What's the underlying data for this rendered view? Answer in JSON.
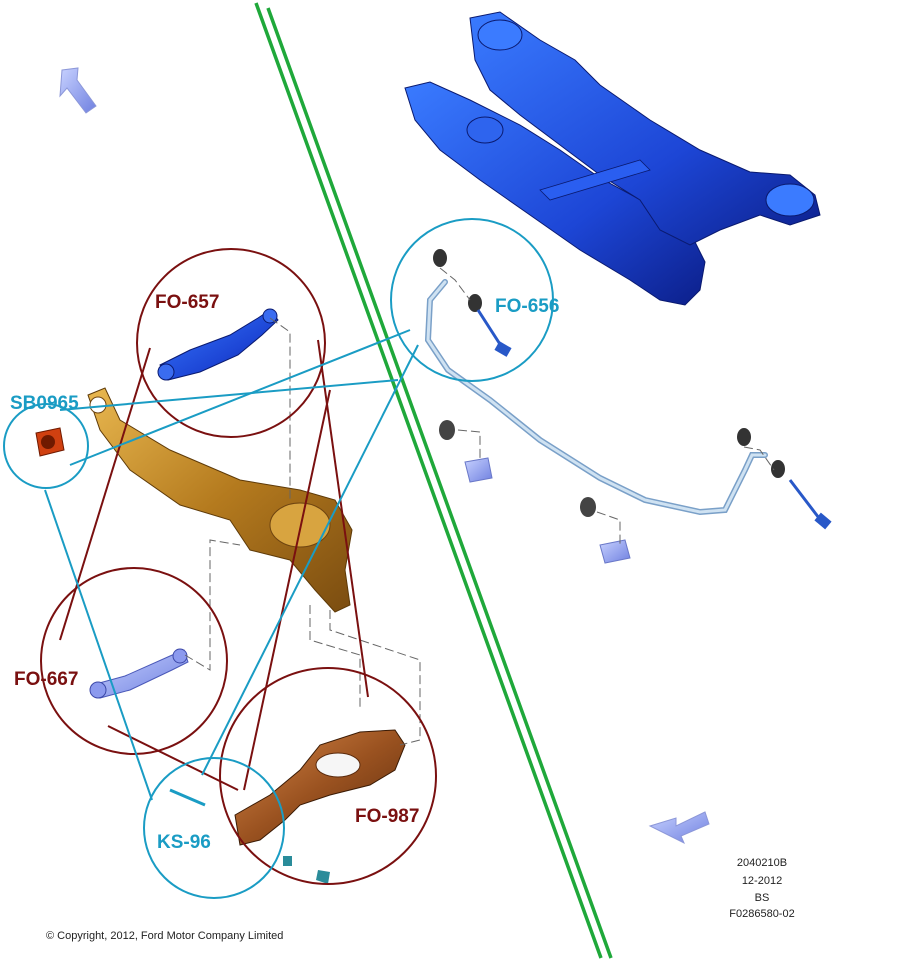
{
  "labels": {
    "fo657": "FO-657",
    "fo656": "FO-656",
    "sb0965": "SB0965",
    "fo667": "FO-667",
    "ks96": "KS-96",
    "fo987": "FO-987"
  },
  "info": {
    "line1": "2040210B",
    "line2": "12-2012",
    "line3": "BS",
    "line4": "F0286580-02"
  },
  "copyright": "© Copyright, 2012, Ford Motor Company Limited",
  "colors": {
    "dark_red": "#7a1010",
    "teal": "#1a9cc4",
    "green": "#1fa83a",
    "blue_part": "#1e4fd8",
    "gold_part": "#c8902a",
    "arrow": "#aab4f0"
  }
}
